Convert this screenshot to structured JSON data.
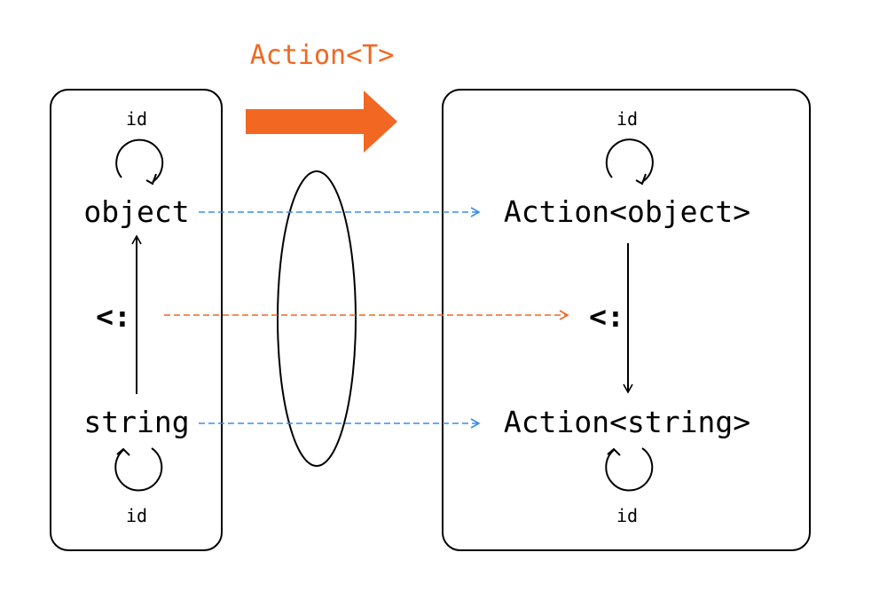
{
  "title": "Action<T>",
  "left_category": {
    "top_object": "object",
    "bottom_object": "string",
    "relation": "<:",
    "top_identity": "id",
    "bottom_identity": "id"
  },
  "right_category": {
    "top_object": "Action<object>",
    "bottom_object": "Action<string>",
    "relation": "<:",
    "top_identity": "id",
    "bottom_identity": "id"
  },
  "colors": {
    "functor": "#f26722",
    "object_mapping": "#3b8ee8",
    "stroke": "#000000"
  }
}
